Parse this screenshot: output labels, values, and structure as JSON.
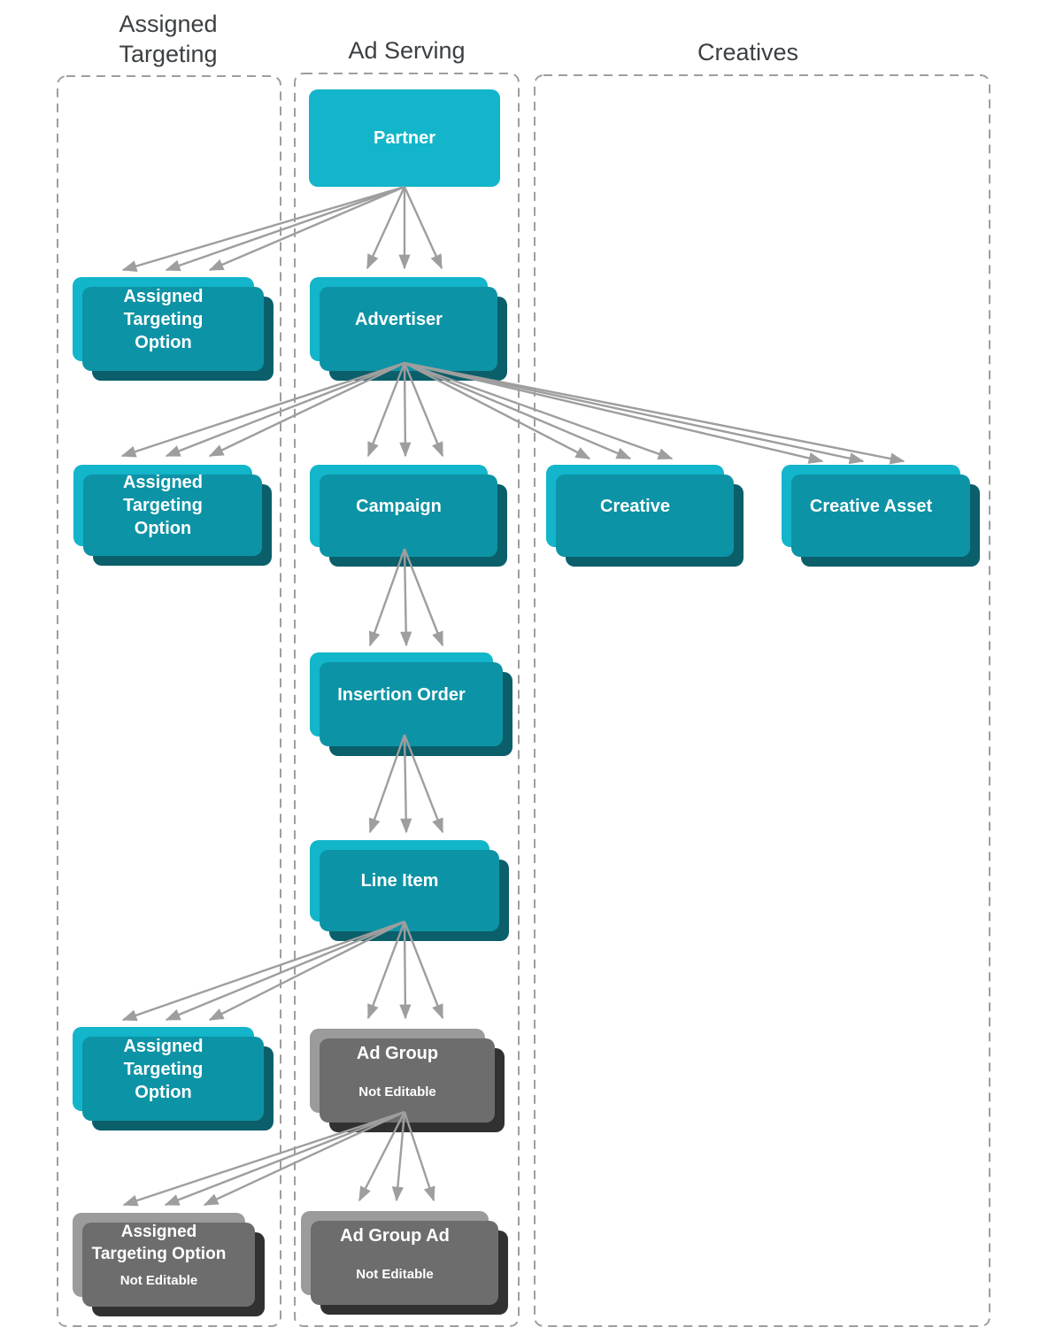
{
  "columns": {
    "assigned_targeting": {
      "title": "Assigned Targeting"
    },
    "ad_serving": {
      "title": "Ad Serving"
    },
    "creatives": {
      "title": "Creatives"
    }
  },
  "nodes": {
    "partner": {
      "label": "Partner"
    },
    "ato_partner": {
      "label": "Assigned Targeting Option"
    },
    "advertiser": {
      "label": "Advertiser"
    },
    "ato_advertiser": {
      "label": "Assigned Targeting Option"
    },
    "campaign": {
      "label": "Campaign"
    },
    "creative": {
      "label": "Creative"
    },
    "creative_asset": {
      "label": "Creative Asset"
    },
    "insertion_order": {
      "label": "Insertion Order"
    },
    "line_item": {
      "label": "Line Item"
    },
    "ato_line_item": {
      "label": "Assigned Targeting Option"
    },
    "ad_group": {
      "label": "Ad Group",
      "sublabel": "Not Editable"
    },
    "ato_ad_group": {
      "label": "Assigned Targeting Option",
      "sublabel": "Not Editable"
    },
    "ad_group_ad": {
      "label": "Ad Group Ad",
      "sublabel": "Not Editable"
    }
  },
  "edges": [
    {
      "from": "partner",
      "to": "ato_partner"
    },
    {
      "from": "partner",
      "to": "advertiser"
    },
    {
      "from": "advertiser",
      "to": "ato_advertiser"
    },
    {
      "from": "advertiser",
      "to": "campaign"
    },
    {
      "from": "advertiser",
      "to": "creative"
    },
    {
      "from": "advertiser",
      "to": "creative_asset"
    },
    {
      "from": "campaign",
      "to": "insertion_order"
    },
    {
      "from": "insertion_order",
      "to": "line_item"
    },
    {
      "from": "line_item",
      "to": "ato_line_item"
    },
    {
      "from": "line_item",
      "to": "ad_group"
    },
    {
      "from": "ad_group",
      "to": "ato_ad_group"
    },
    {
      "from": "ad_group",
      "to": "ad_group_ad"
    }
  ],
  "colors": {
    "entity_front": "#12b5ca",
    "entity_mid": "#0d93a6",
    "entity_back": "#0a5f6a",
    "not_editable_front": "#9b9b9b",
    "not_editable_mid": "#6d6d6d",
    "not_editable_back": "#313131",
    "arrow": "#9e9e9e",
    "column_border": "#9e9e9e",
    "heading_text": "#3c4043",
    "label_text": "#ffffff"
  }
}
